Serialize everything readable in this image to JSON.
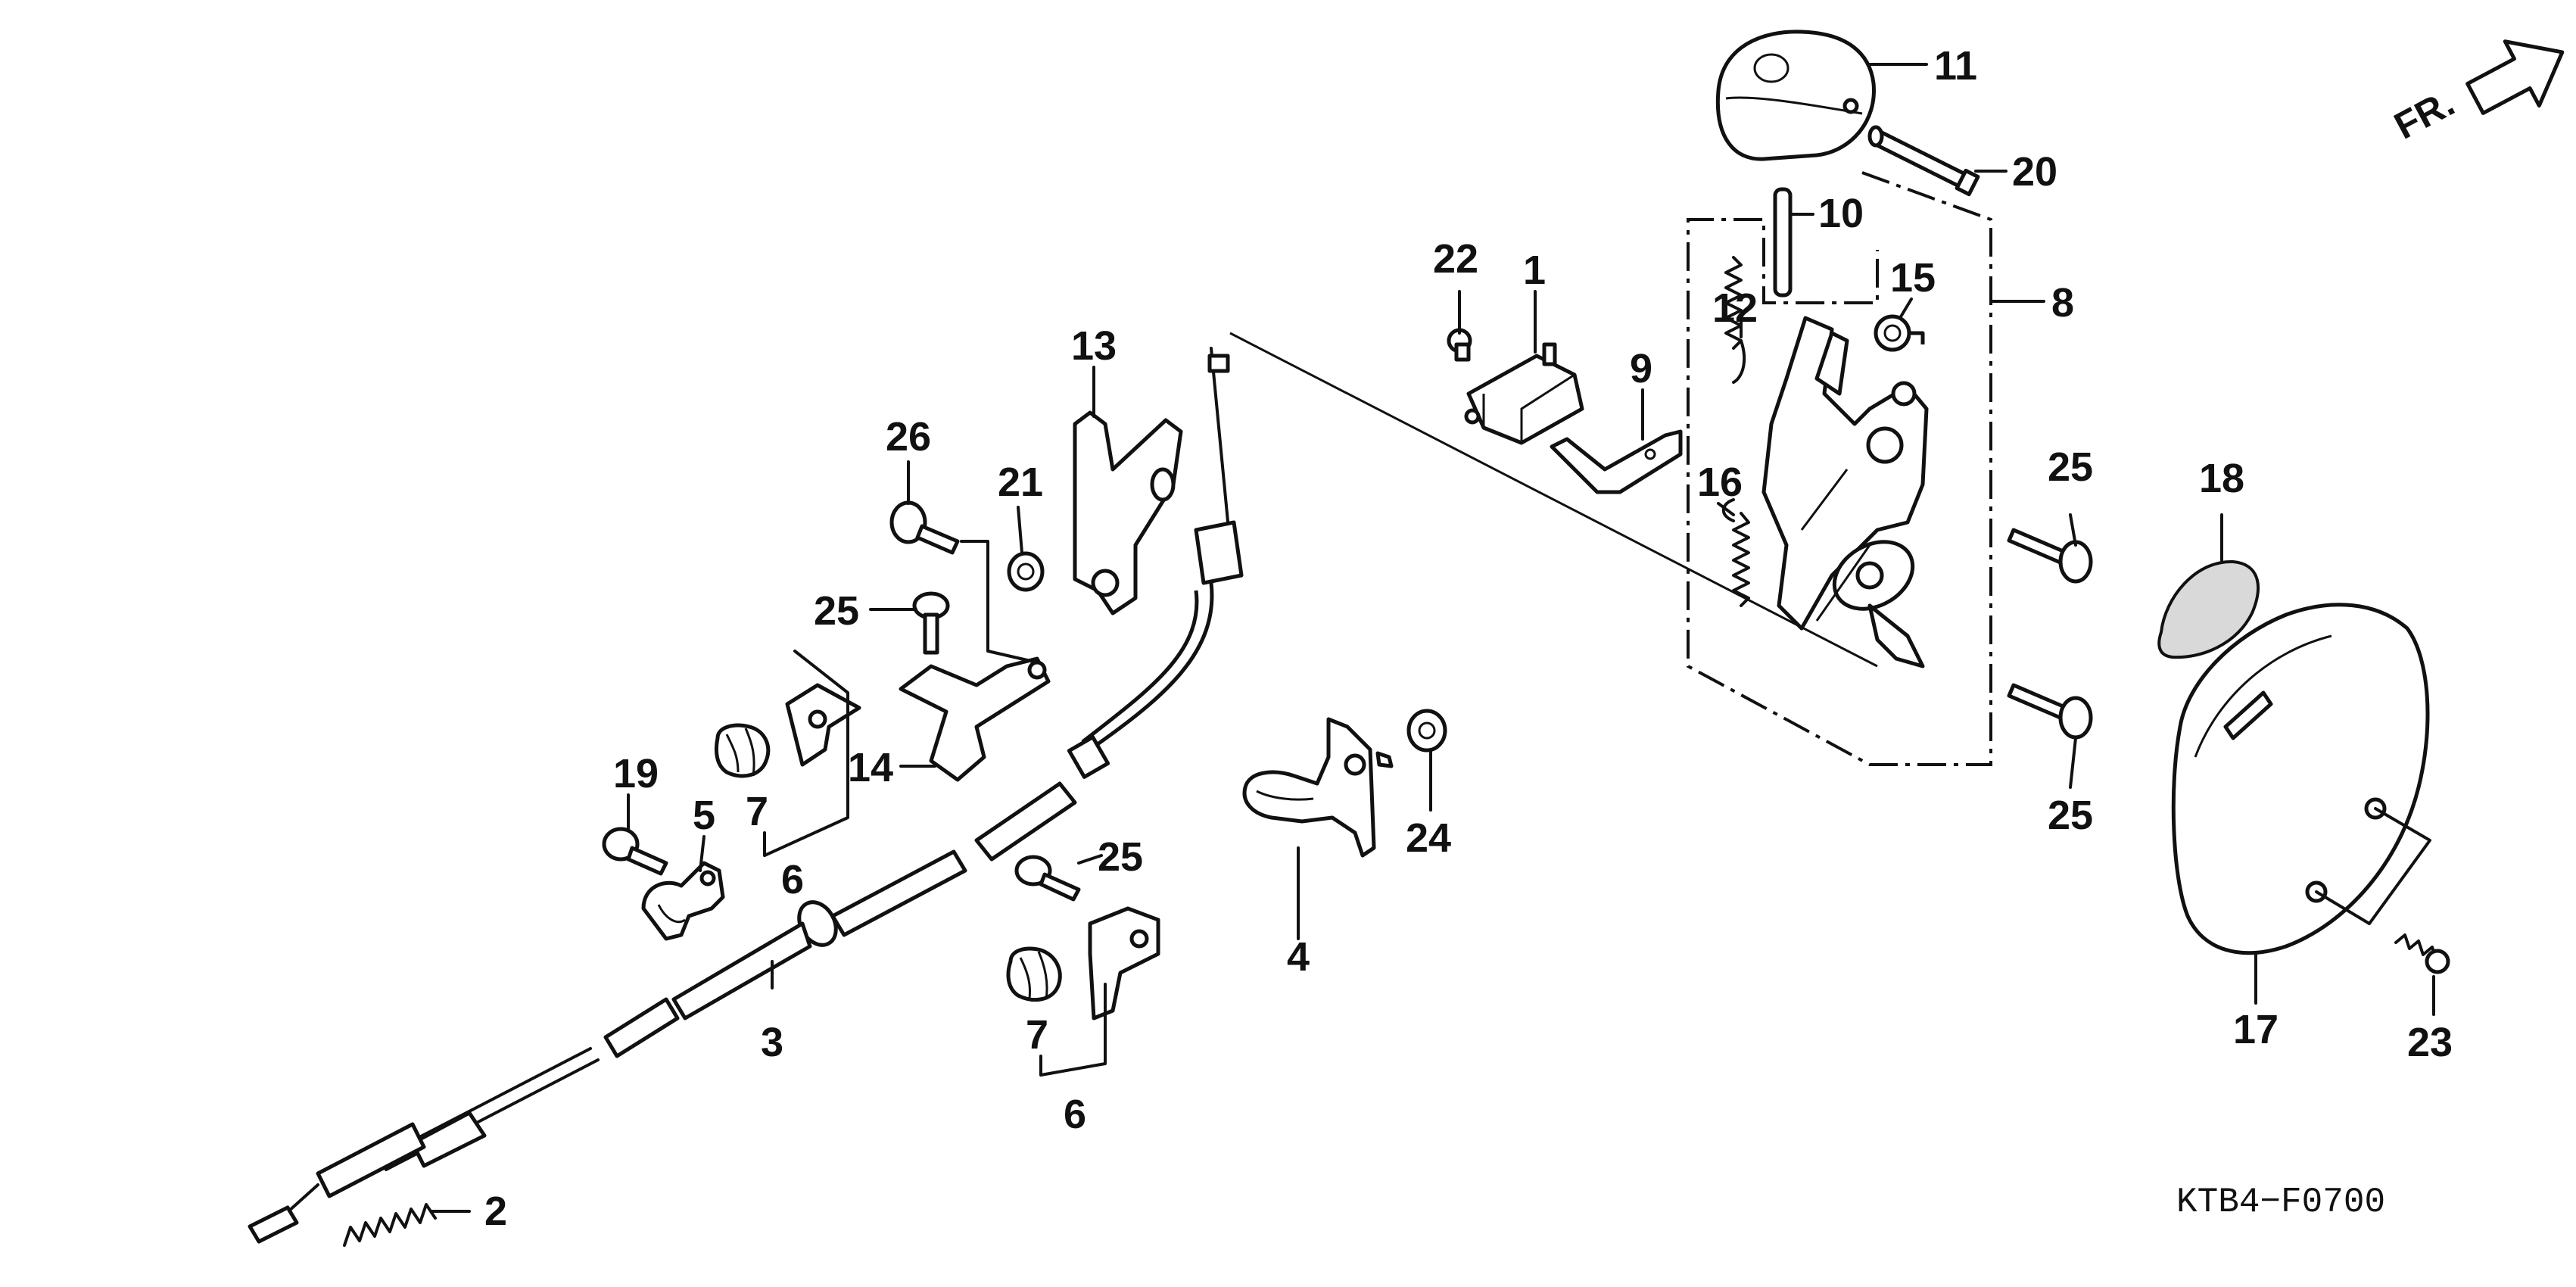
{
  "diagram": {
    "drawing_code": "KTB4−F0700",
    "front_label": "FR.",
    "labels": {
      "p1": "1",
      "p2": "2",
      "p3": "3",
      "p4": "4",
      "p5": "5",
      "p6a": "6",
      "p6b": "6",
      "p7a": "7",
      "p7b": "7",
      "p8": "8",
      "p9": "9",
      "p10": "10",
      "p11": "11",
      "p12": "12",
      "p13": "13",
      "p14": "14",
      "p15": "15",
      "p16": "16",
      "p17": "17",
      "p18": "18",
      "p19": "19",
      "p20": "20",
      "p21": "21",
      "p22": "22",
      "p23": "23",
      "p24": "24",
      "p25a": "25",
      "p25b": "25",
      "p25c": "25",
      "p25d": "25",
      "p26": "26"
    }
  }
}
